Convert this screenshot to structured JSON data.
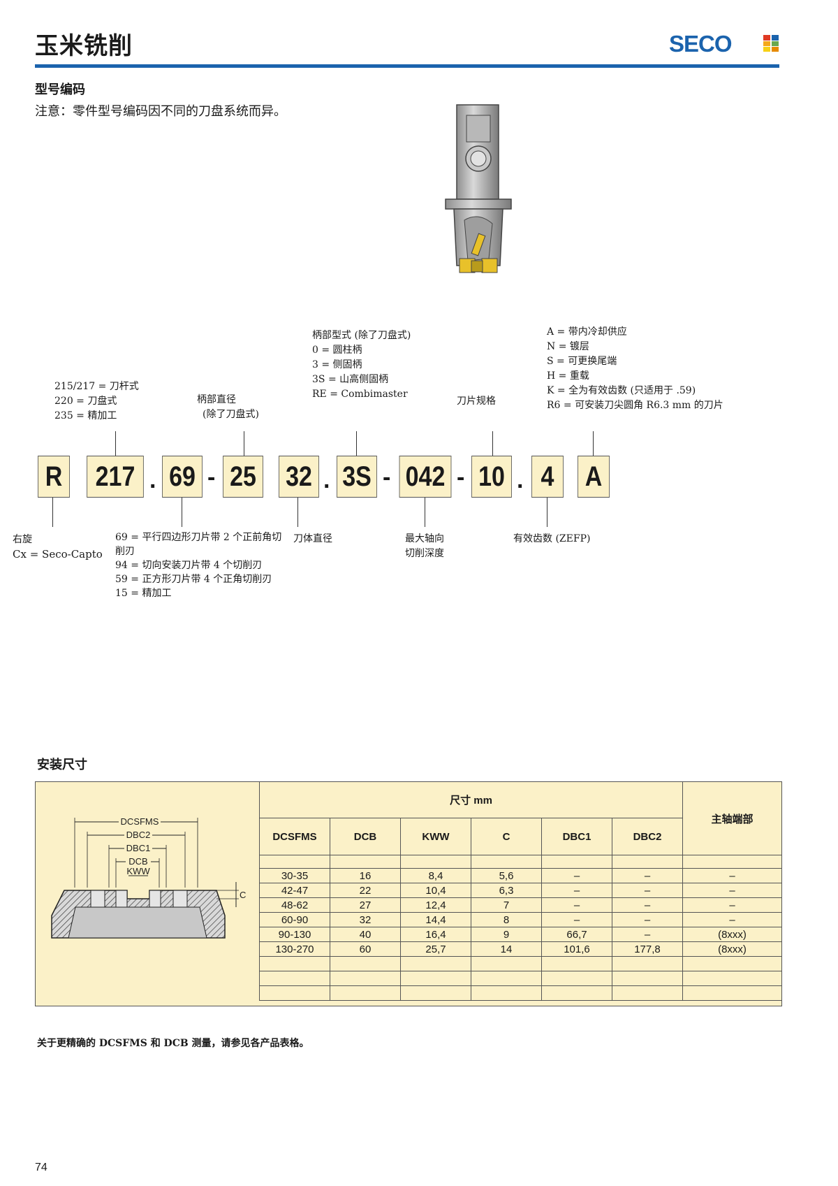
{
  "page": {
    "title": "玉米铣削",
    "brand": "SECO",
    "section_code_title": "型号编码",
    "note": "注意：零件型号编码因不同的刀盘系统而异。",
    "page_number": "74"
  },
  "code": {
    "boxes": [
      "R",
      "217",
      "69",
      "25",
      "32",
      "3S",
      "042",
      "10",
      "4",
      "A"
    ],
    "separators": [
      ".",
      "-",
      ".",
      "-",
      "-",
      "."
    ],
    "top_labels": {
      "series": [
        "215/217 = 刀杆式",
        "220 = 刀盘式",
        "235 = 精加工"
      ],
      "shank_diameter": [
        "柄部直径",
        "(除了刀盘式)"
      ],
      "shank_type": [
        "柄部型式 (除了刀盘式)",
        "0 = 圆柱柄",
        "3 = 侧固柄",
        "3S = 山高侧固柄",
        "RE = Combimaster"
      ],
      "insert_size": "刀片规格",
      "options": [
        "A = 带内冷却供应",
        "N = 镀层",
        "S = 可更换尾端",
        "H = 重载",
        "K = 全为有效齿数 (只适用于 .59)",
        "R6 = 可安装刀尖圆角 R6.3 mm 的刀片"
      ]
    },
    "bottom_labels": {
      "hand": [
        "右旋",
        "Cx = Seco-Capto"
      ],
      "insert_type": [
        "69 = 平行四边形刀片带 2 个正前角切",
        "削刃",
        "94 = 切向安装刀片带 4 个切削刃",
        "59 = 正方形刀片带 4 个正角切削刃",
        "15 = 精加工"
      ],
      "body_diameter": "刀体直径",
      "max_depth": [
        "最大轴向",
        "切削深度"
      ],
      "eff_teeth": "有效齿数 (ZEFP)"
    }
  },
  "mounting": {
    "title": "安装尺寸",
    "diagram_labels": [
      "DCSFMS",
      "DBC2",
      "DBC1",
      "DCB",
      "KWW",
      "C"
    ],
    "group_header": "尺寸 mm",
    "spindle_header": "主轴端部",
    "columns": [
      "DCSFMS",
      "DCB",
      "KWW",
      "C",
      "DBC1",
      "DBC2"
    ],
    "rows": [
      [
        "30-35",
        "16",
        "8,4",
        "5,6",
        "–",
        "–",
        "–"
      ],
      [
        "42-47",
        "22",
        "10,4",
        "6,3",
        "–",
        "–",
        "–"
      ],
      [
        "48-62",
        "27",
        "12,4",
        "7",
        "–",
        "–",
        "–"
      ],
      [
        "60-90",
        "32",
        "14,4",
        "8",
        "–",
        "–",
        "–"
      ],
      [
        "90-130",
        "40",
        "16,4",
        "9",
        "66,7",
        "–",
        "(8xxx)"
      ],
      [
        "130-270",
        "60",
        "25,7",
        "14",
        "101,6",
        "177,8",
        "(8xxx)"
      ]
    ]
  },
  "footnote": "关于更精确的 DCSFMS 和 DCB 测量，请参见各产品表格。",
  "colors": {
    "brand_blue": "#1b63ad",
    "table_fill": "#fbf1c8"
  }
}
